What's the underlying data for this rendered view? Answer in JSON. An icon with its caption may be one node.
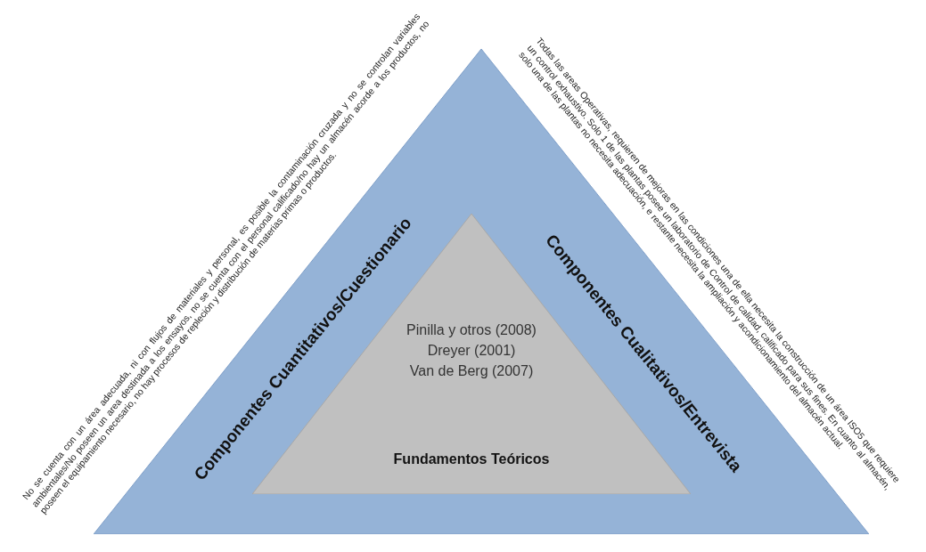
{
  "diagram": {
    "nodes": [
      {
        "text": [
          "Componentes Cuantitativos/Cuestionario",
          "Componentes Cualitativos/Entrevista"
        ],
        "beside": [
          "No se cuenta con un área adecuada, ni con flujos de materiales y personal, es posible la contaminación cruzada y no se controlan variables ambientales/No poseen un area destinada a los ensayos, no se cuenta con el personal calificado/no hay un almacén acorde a los productos, no poseen el equipamiento necesario, no hay procesos de repleción y distribución de materias primas o productos.",
          "Todas las areas Operativas, requieren de mejoras en las condiciones una de ella necesita la construcción de un área ISO5 que requiere un control exhaustivo. Solo 1 de las plantas posee un laboratorio de Control de calidad, calificado para sus fines. En cuanto al almacén, solo una de las plantas no necesita adecuación, e restante necesita la ampliación y acondicionamiento del almacén actual."
        ]
      },
      {
        "text": [
          "Pinilla y otros (2008)",
          "Dreyer (2001)",
          "Van de Berg (2007)",
          "Fundamentos Teóricos"
        ],
        "in": 0
      }
    ]
  }
}
